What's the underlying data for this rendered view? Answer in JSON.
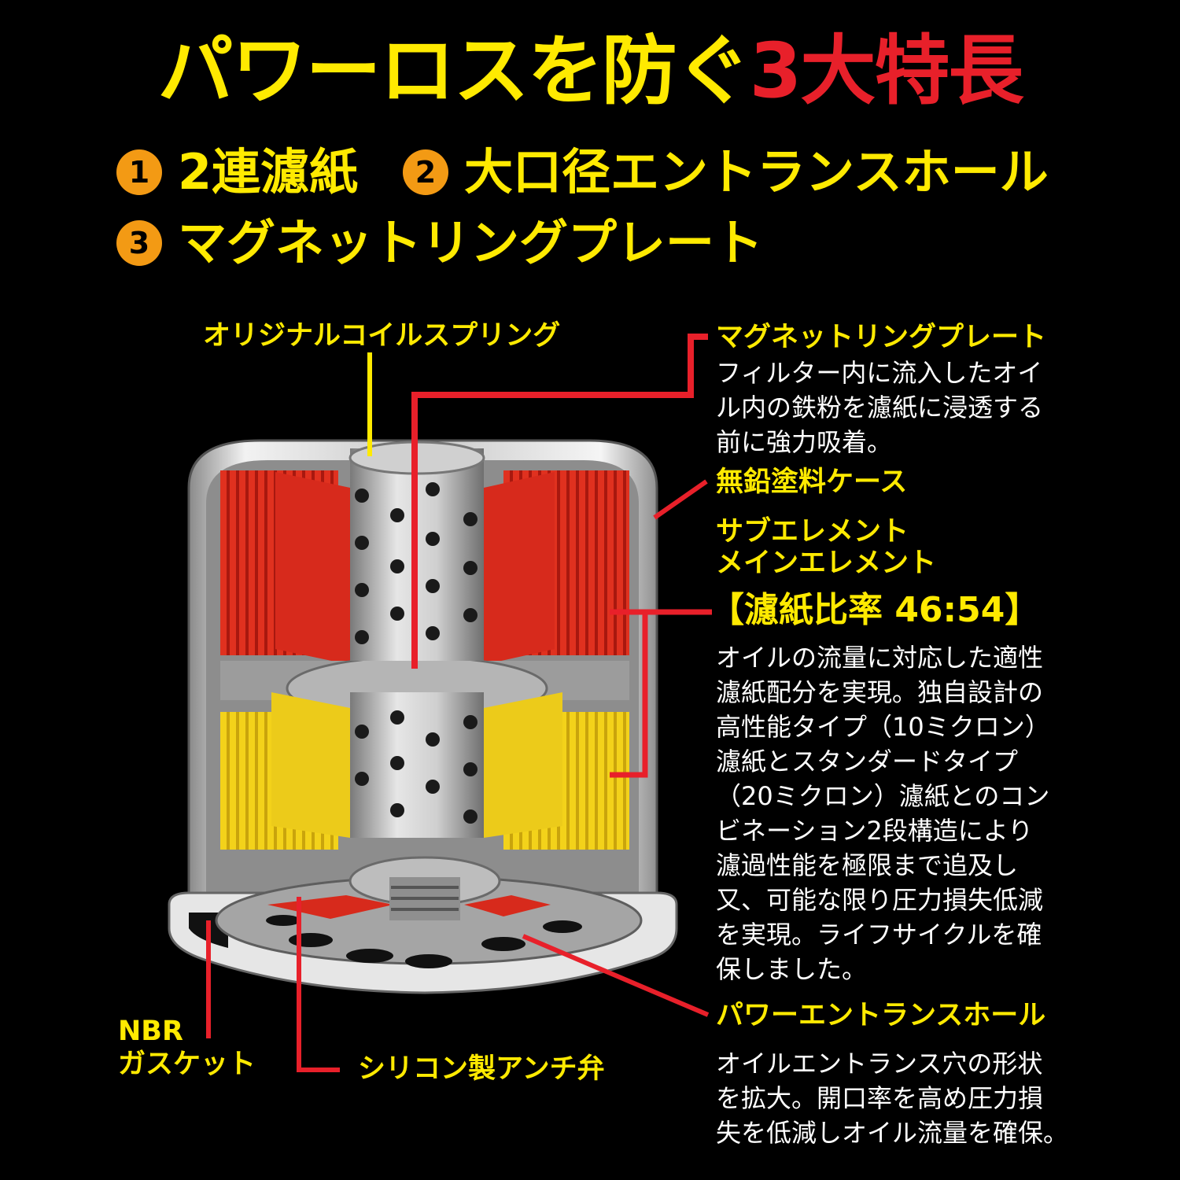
{
  "headline": {
    "part1": "パワーロスを防ぐ",
    "part2": "3大特長"
  },
  "features": [
    {
      "num": "1",
      "text": "2連濾紙"
    },
    {
      "num": "2",
      "text": "大口径エントランスホール"
    },
    {
      "num": "3",
      "text": "マグネットリングプレート"
    }
  ],
  "labels": {
    "coil_spring": "オリジナルコイルスプリング",
    "magnet_title": "マグネットリングプレート",
    "magnet_desc": [
      "フィルター内に流入したオイ",
      "ル内の鉄粉を濾紙に浸透する",
      "前に強力吸着。"
    ],
    "case": "無鉛塗料ケース",
    "sub_element": "サブエレメント",
    "main_element": "メインエレメント",
    "ratio": "【濾紙比率 46:54】",
    "element_desc": [
      "オイルの流量に対応した適性",
      "濾紙配分を実現。独自設計の",
      "高性能タイプ（10ミクロン）",
      "濾紙とスタンダードタイプ",
      "（20ミクロン）濾紙とのコン",
      "ビネーション2段構造により",
      "濾過性能を極限まで追及し",
      "又、可能な限り圧力損失低減",
      "を実現。ライフサイクルを確",
      "保しました。"
    ],
    "gasket_1": "NBR",
    "gasket_2": "ガスケット",
    "anti_valve": "シリコン製アンチ弁",
    "entrance_title": "パワーエントランスホール",
    "entrance_desc": [
      "オイルエントランス穴の形状",
      "を拡大。開口率を高め圧力損",
      "失を低減しオイル流量を確保。"
    ]
  },
  "colors": {
    "yellow": "#ffea00",
    "red": "#e8202a",
    "orange": "#f39a14",
    "background": "#000000"
  }
}
